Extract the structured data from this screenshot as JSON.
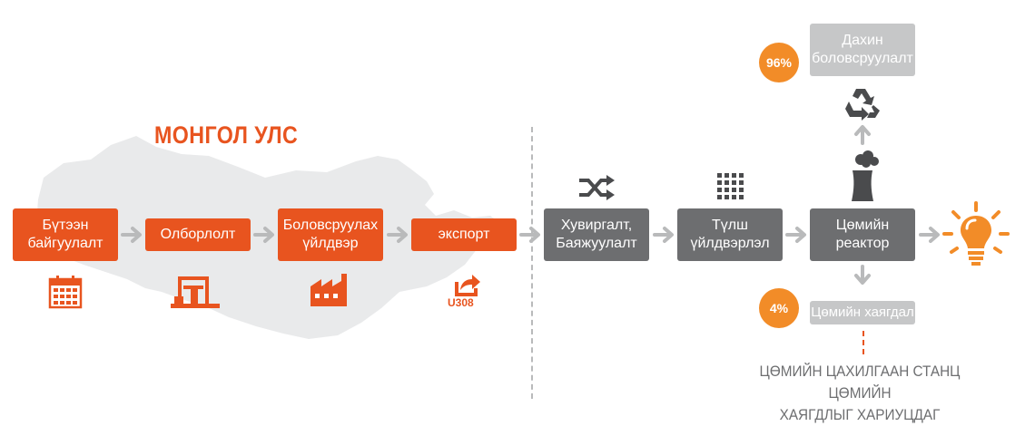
{
  "country_title": "МОНГОЛ УЛС",
  "steps_mongolia": [
    {
      "label": "Бүтээн\nбайгуулалт",
      "icon": "calendar-icon"
    },
    {
      "label": "Олборлолт",
      "icon": "mining-rig-icon"
    },
    {
      "label": "Боловсруулах\nүйлдвэр",
      "icon": "factory-icon"
    },
    {
      "label": "экспорт",
      "icon": "export-icon",
      "icon_caption": "U308"
    }
  ],
  "steps_abroad": [
    {
      "label": "Хувиргалт,\nБаяжуулалт",
      "icon": "shuffle-icon"
    },
    {
      "label": "Түлш\nүйлдвэрлэл",
      "icon": "fuel-grid-icon"
    },
    {
      "label": "Цөмийн\nреактор",
      "icon": "cooling-tower-icon"
    }
  ],
  "output_icon": "light-bulb-icon",
  "recycle": {
    "label": "Дахин\nболовсруулалт",
    "percent": "96%",
    "icon": "recycle-icon"
  },
  "waste": {
    "label": "Цөмийн хаягдал",
    "percent": "4%"
  },
  "caption": "ЦӨМИЙН ЦАХИЛГААН СТАНЦ ЦӨМИЙН\nХАЯГДЛЫГ ХАРИУЦДАГ",
  "colors": {
    "orange": "#e8541f",
    "dark_grey": "#6d6e70",
    "light_grey": "#c6c7c8",
    "badge": "#f28c28",
    "arrow": "#b9babb"
  }
}
